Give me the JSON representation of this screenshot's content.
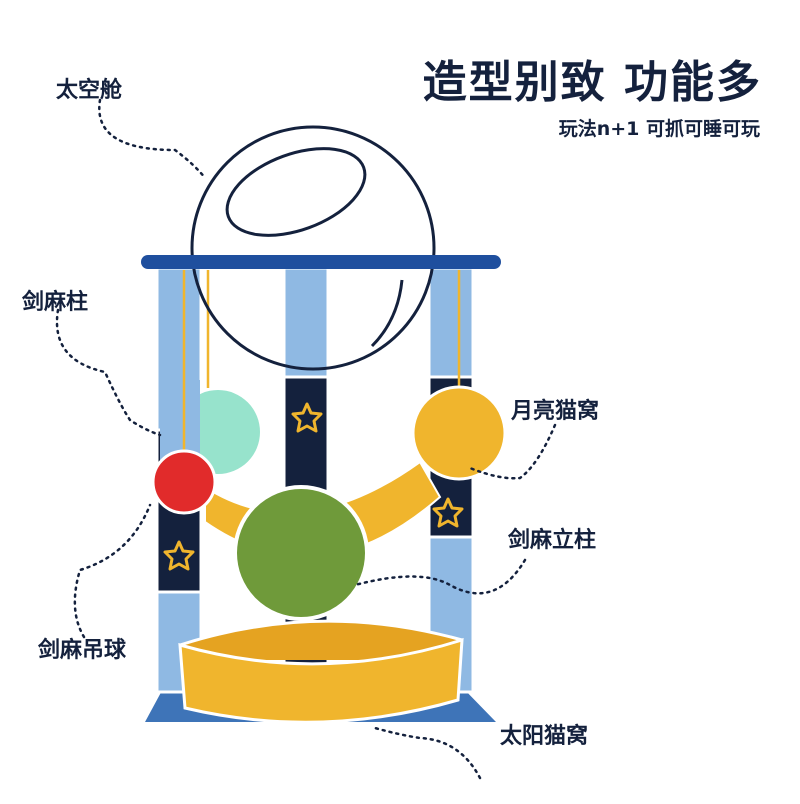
{
  "header": {
    "title": "造型别致 功能多",
    "subtitle": "玩法n+1 可抓可睡可玩"
  },
  "labels": {
    "capsule": "太空舱",
    "sisal_post": "剑麻柱",
    "moon_nest": "月亮猫窝",
    "sisal_pillar": "剑麻立柱",
    "sisal_ball": "剑麻吊球",
    "sun_nest": "太阳猫窝"
  },
  "colors": {
    "navy": "#14213d",
    "light_blue": "#8fb9e3",
    "bar_blue": "#1f4f9e",
    "base_blue": "#3e74b8",
    "yellow": "#f0b52d",
    "green": "#6f9a3a",
    "red": "#e12b2b",
    "mint": "#97e3cc"
  },
  "icons": [
    "star-icon"
  ]
}
